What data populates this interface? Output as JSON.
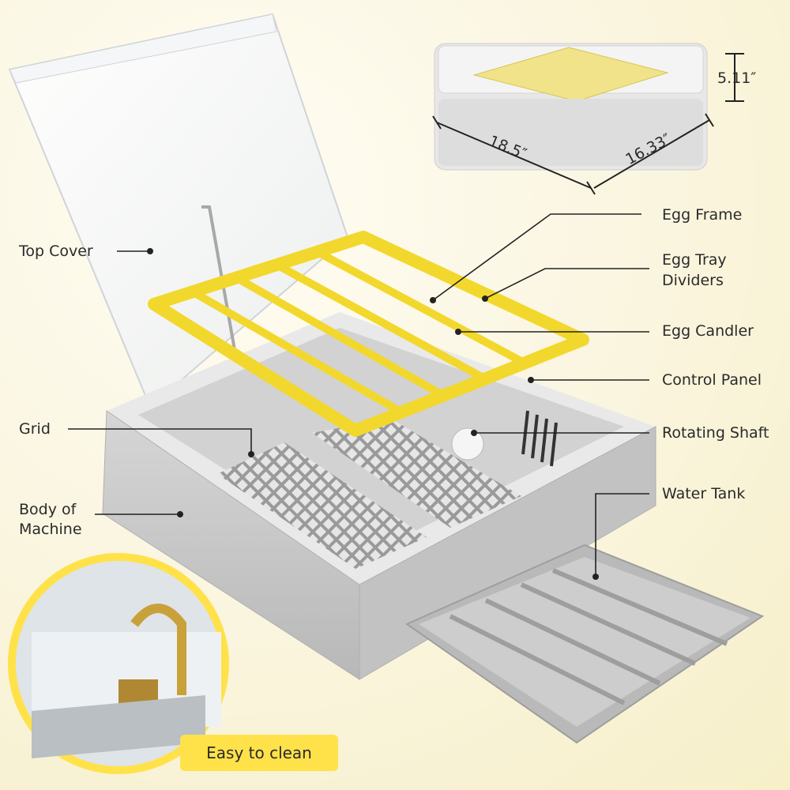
{
  "labels": {
    "top_cover": "Top Cover",
    "grid": "Grid",
    "body_line1": "Body of",
    "body_line2": "Machine",
    "egg_frame": "Egg Frame",
    "egg_tray_line1": "Egg Tray",
    "egg_tray_line2": "Dividers",
    "egg_candler": "Egg Candler",
    "control_panel": "Control Panel",
    "rotating_shaft": "Rotating Shaft",
    "water_tank": "Water Tank"
  },
  "dimensions": {
    "height": "5.11″",
    "width": "18.5″",
    "depth": "16.33″"
  },
  "badge": "Easy to clean",
  "colors": {
    "yellow": "#f6dc34",
    "body_gray": "#c9c9c9",
    "dark_gray": "#9e9e9e",
    "badge": "#ffe24a"
  }
}
